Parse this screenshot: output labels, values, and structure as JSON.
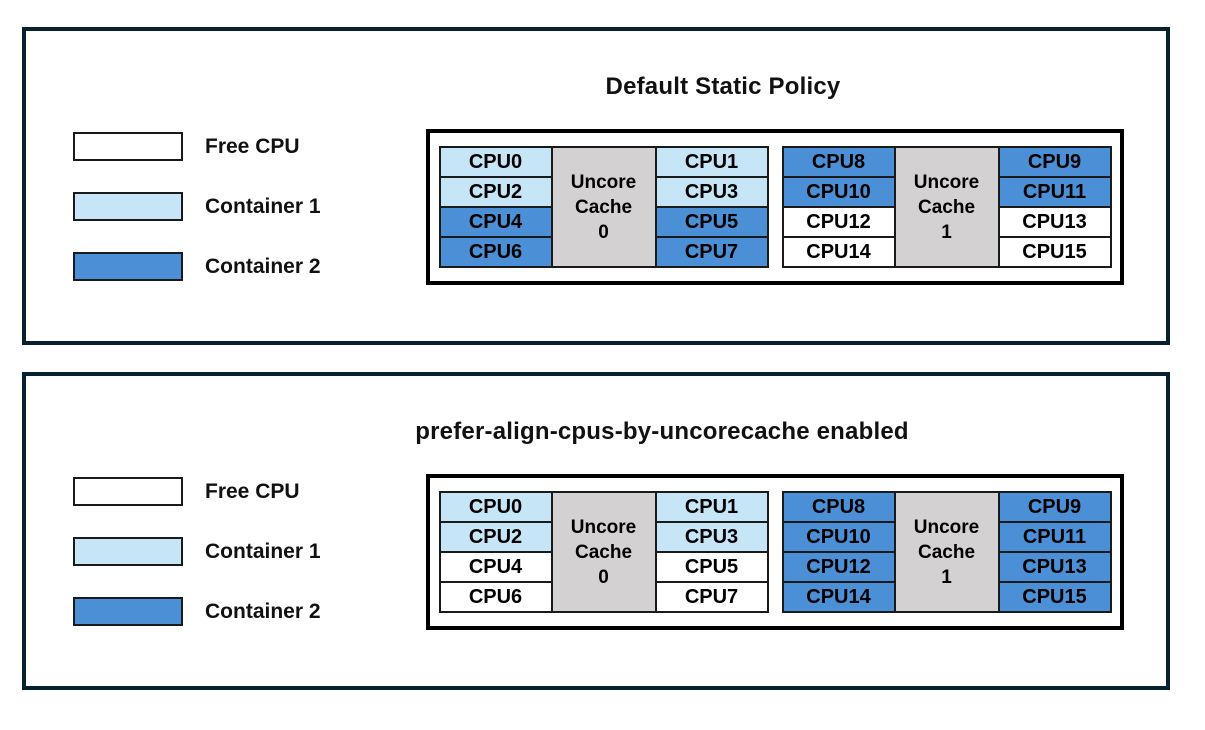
{
  "colors": {
    "free_cpu": "#FFFFFF",
    "container1": "#C6E6F7",
    "container2": "#4B90D6",
    "uncore_cache": "#D3D1D1",
    "panel_border": "#07222F"
  },
  "legend": {
    "items": [
      {
        "label": "Free CPU",
        "type": "free"
      },
      {
        "label": "Container 1",
        "type": "container1"
      },
      {
        "label": "Container 2",
        "type": "container2"
      }
    ]
  },
  "panels": [
    {
      "title": "Default Static Policy",
      "groups": [
        {
          "cache_label": "Uncore\nCache\n0",
          "left_cpus": [
            {
              "label": "CPU0",
              "type": "container1"
            },
            {
              "label": "CPU2",
              "type": "container1"
            },
            {
              "label": "CPU4",
              "type": "container2"
            },
            {
              "label": "CPU6",
              "type": "container2"
            }
          ],
          "right_cpus": [
            {
              "label": "CPU1",
              "type": "container1"
            },
            {
              "label": "CPU3",
              "type": "container1"
            },
            {
              "label": "CPU5",
              "type": "container2"
            },
            {
              "label": "CPU7",
              "type": "container2"
            }
          ]
        },
        {
          "cache_label": "Uncore\nCache\n1",
          "left_cpus": [
            {
              "label": "CPU8",
              "type": "container2"
            },
            {
              "label": "CPU10",
              "type": "container2"
            },
            {
              "label": "CPU12",
              "type": "free"
            },
            {
              "label": "CPU14",
              "type": "free"
            }
          ],
          "right_cpus": [
            {
              "label": "CPU9",
              "type": "container2"
            },
            {
              "label": "CPU11",
              "type": "container2"
            },
            {
              "label": "CPU13",
              "type": "free"
            },
            {
              "label": "CPU15",
              "type": "free"
            }
          ]
        }
      ]
    },
    {
      "title": "prefer-align-cpus-by-uncorecache enabled",
      "groups": [
        {
          "cache_label": "Uncore\nCache\n0",
          "left_cpus": [
            {
              "label": "CPU0",
              "type": "container1"
            },
            {
              "label": "CPU2",
              "type": "container1"
            },
            {
              "label": "CPU4",
              "type": "free"
            },
            {
              "label": "CPU6",
              "type": "free"
            }
          ],
          "right_cpus": [
            {
              "label": "CPU1",
              "type": "container1"
            },
            {
              "label": "CPU3",
              "type": "container1"
            },
            {
              "label": "CPU5",
              "type": "free"
            },
            {
              "label": "CPU7",
              "type": "free"
            }
          ]
        },
        {
          "cache_label": "Uncore\nCache\n1",
          "left_cpus": [
            {
              "label": "CPU8",
              "type": "container2"
            },
            {
              "label": "CPU10",
              "type": "container2"
            },
            {
              "label": "CPU12",
              "type": "container2"
            },
            {
              "label": "CPU14",
              "type": "container2"
            }
          ],
          "right_cpus": [
            {
              "label": "CPU9",
              "type": "container2"
            },
            {
              "label": "CPU11",
              "type": "container2"
            },
            {
              "label": "CPU13",
              "type": "container2"
            },
            {
              "label": "CPU15",
              "type": "container2"
            }
          ]
        }
      ]
    }
  ]
}
